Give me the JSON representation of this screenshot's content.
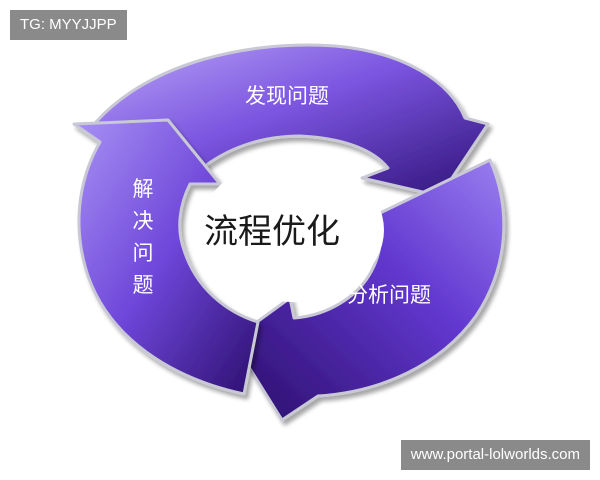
{
  "watermarks": {
    "top_left": "TG: MYYJJPP",
    "bottom_right": "www.portal-lolworlds.com"
  },
  "diagram": {
    "center_label": "流程优化",
    "steps": [
      {
        "label": "发现问题"
      },
      {
        "label": "分析问题"
      },
      {
        "label": "解决问题",
        "chars": [
          "解",
          "决",
          "问",
          "题"
        ]
      }
    ]
  },
  "colors": {
    "arrow_light": "#a58cf2",
    "arrow_mid": "#6a3fd6",
    "arrow_dark": "#2c0f6e",
    "arrow_edge": "#b8b8c8",
    "center_fill": "#ffffff",
    "watermark_bg": "#8a8a8a"
  }
}
